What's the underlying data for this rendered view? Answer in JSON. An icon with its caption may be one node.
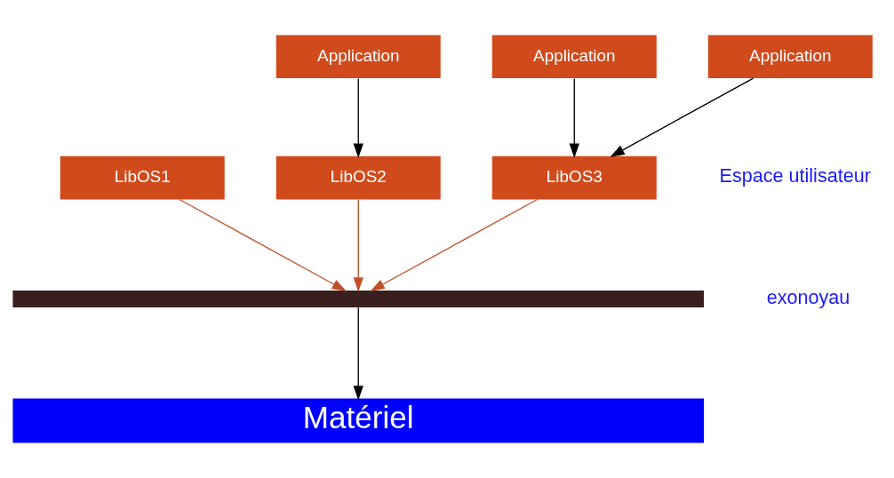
{
  "diagram": {
    "nodes": [
      {
        "text": [
          "Application"
        ]
      },
      {
        "text": [
          "Application"
        ]
      },
      {
        "text": [
          "Application"
        ]
      },
      {
        "text": [
          "LibOS1"
        ]
      },
      {
        "text": [
          "LibOS2"
        ]
      },
      {
        "text": [
          "LibOS3"
        ]
      },
      {
        "text": [],
        "shape": "bar"
      },
      {
        "text": [
          "Matériel"
        ]
      }
    ],
    "edges": [
      {
        "from": 0,
        "to": 4,
        "arrow": "to"
      },
      {
        "from": 1,
        "to": 5,
        "arrow": "to"
      },
      {
        "from": 2,
        "to": 5,
        "arrow": "to"
      },
      {
        "from": 3,
        "to": 6,
        "arrow": "to",
        "color": "#c0502a"
      },
      {
        "from": 4,
        "to": 6,
        "arrow": "to",
        "color": "#c0502a"
      },
      {
        "from": 5,
        "to": 6,
        "arrow": "to",
        "color": "#c0502a"
      },
      {
        "from": 6,
        "to": 7,
        "arrow": "to"
      }
    ],
    "labels": [
      "Espace utilisateur",
      "exonoyau"
    ]
  }
}
